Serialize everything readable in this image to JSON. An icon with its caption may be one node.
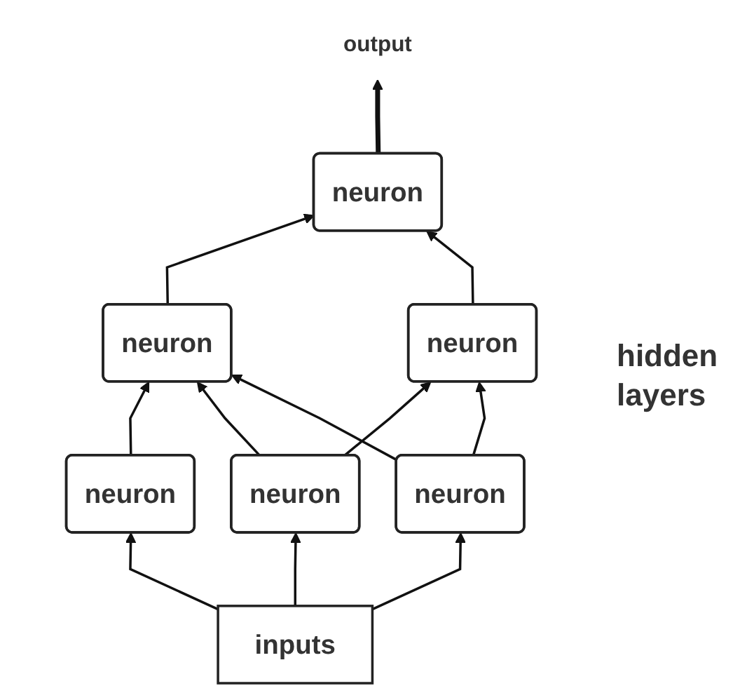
{
  "diagram": {
    "nodes": [
      {
        "text": [
          "output"
        ]
      },
      {
        "text": [
          "neuron"
        ]
      },
      {
        "text": [
          "neuron"
        ]
      },
      {
        "text": [
          "neuron"
        ]
      },
      {
        "text": [
          "neuron"
        ]
      },
      {
        "text": [
          "neuron"
        ]
      },
      {
        "text": [
          "neuron"
        ]
      },
      {
        "text": [
          "inputs"
        ]
      }
    ],
    "edges": [
      {
        "from": 1,
        "to": 0,
        "arrow": "to",
        "style": "thick"
      },
      {
        "from": 2,
        "to": 1,
        "arrow": "to"
      },
      {
        "from": 3,
        "to": 1,
        "arrow": "to"
      },
      {
        "from": 4,
        "to": 2,
        "arrow": "to"
      },
      {
        "from": 5,
        "to": 2,
        "arrow": "to"
      },
      {
        "from": 6,
        "to": 2,
        "arrow": "to"
      },
      {
        "from": 5,
        "to": 3,
        "arrow": "to"
      },
      {
        "from": 6,
        "to": 3,
        "arrow": "to"
      },
      {
        "from": 7,
        "to": 4,
        "arrow": "to"
      },
      {
        "from": 7,
        "to": 5,
        "arrow": "to"
      },
      {
        "from": 7,
        "to": 6,
        "arrow": "to"
      }
    ],
    "labels": [
      "hidden layers"
    ]
  }
}
